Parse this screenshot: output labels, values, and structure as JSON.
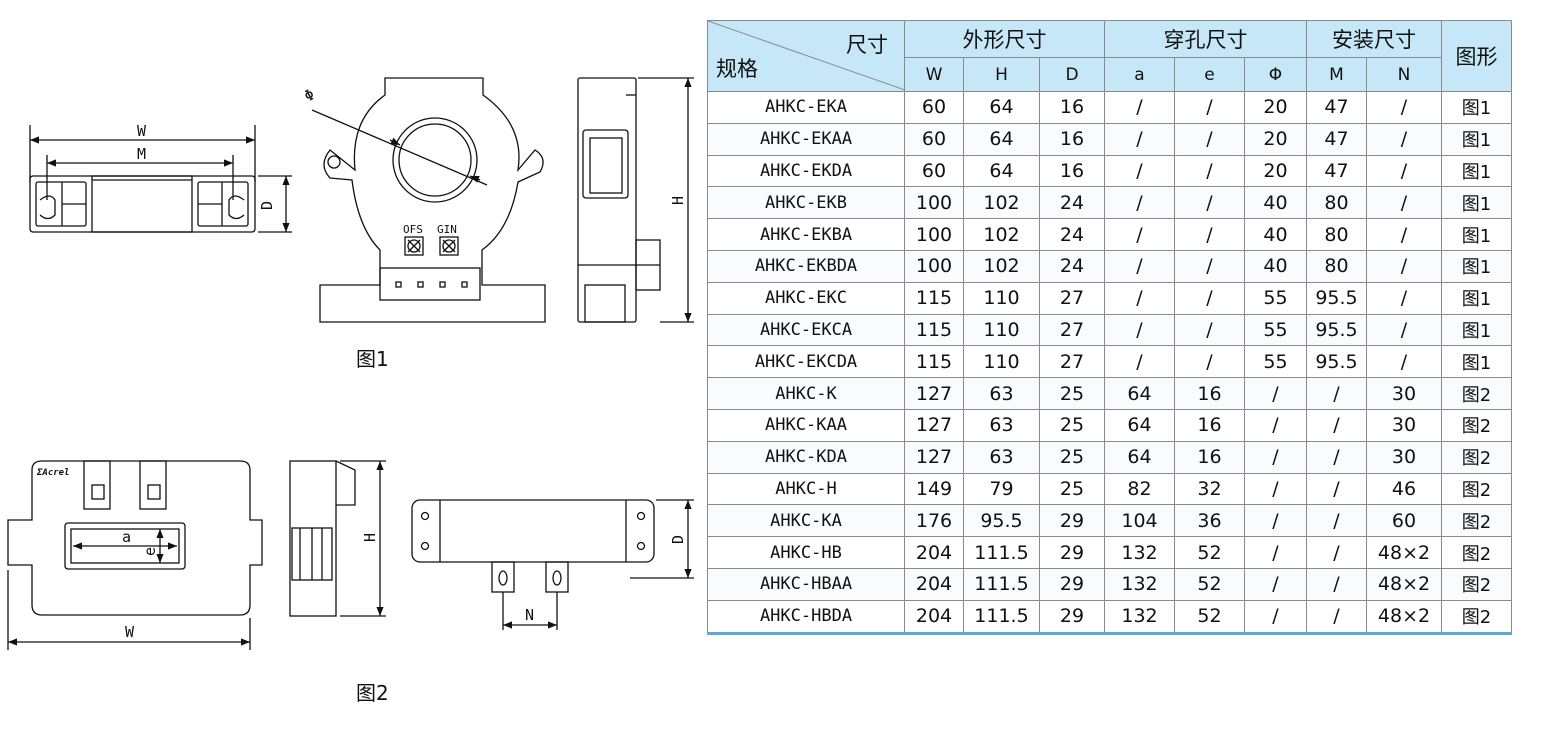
{
  "figure_captions": {
    "fig1": "图1",
    "fig2": "图2"
  },
  "drawing_labels": {
    "fig1_front": {
      "w": "W",
      "m": "M",
      "d": "D"
    },
    "fig1_main": {
      "phi": "Φ",
      "ofs": "OFS",
      "gin": "GIN"
    },
    "fig1_side": {
      "h": "H"
    },
    "fig2_front": {
      "logo": "ΣAcrel",
      "a": "a",
      "e": "e",
      "w": "W"
    },
    "fig2_side": {
      "h": "H"
    },
    "fig2_bottom": {
      "d": "D",
      "n": "N"
    }
  },
  "table": {
    "header": {
      "diag_top": "尺寸",
      "diag_bottom": "规格",
      "groups": [
        "外形尺寸",
        "穿孔尺寸",
        "安装尺寸"
      ],
      "shape": "图形",
      "columns": [
        "W",
        "H",
        "D",
        "a",
        "e",
        "Φ",
        "M",
        "N"
      ]
    },
    "rows": [
      [
        "AHKC-EKA",
        "60",
        "64",
        "16",
        "/",
        "/",
        "20",
        "47",
        "/",
        "图1"
      ],
      [
        "AHKC-EKAA",
        "60",
        "64",
        "16",
        "/",
        "/",
        "20",
        "47",
        "/",
        "图1"
      ],
      [
        "AHKC-EKDA",
        "60",
        "64",
        "16",
        "/",
        "/",
        "20",
        "47",
        "/",
        "图1"
      ],
      [
        "AHKC-EKB",
        "100",
        "102",
        "24",
        "/",
        "/",
        "40",
        "80",
        "/",
        "图1"
      ],
      [
        "AHKC-EKBA",
        "100",
        "102",
        "24",
        "/",
        "/",
        "40",
        "80",
        "/",
        "图1"
      ],
      [
        "AHKC-EKBDA",
        "100",
        "102",
        "24",
        "/",
        "/",
        "40",
        "80",
        "/",
        "图1"
      ],
      [
        "AHKC-EKC",
        "115",
        "110",
        "27",
        "/",
        "/",
        "55",
        "95.5",
        "/",
        "图1"
      ],
      [
        "AHKC-EKCA",
        "115",
        "110",
        "27",
        "/",
        "/",
        "55",
        "95.5",
        "/",
        "图1"
      ],
      [
        "AHKC-EKCDA",
        "115",
        "110",
        "27",
        "/",
        "/",
        "55",
        "95.5",
        "/",
        "图1"
      ],
      [
        "AHKC-K",
        "127",
        "63",
        "25",
        "64",
        "16",
        "/",
        "/",
        "30",
        "图2"
      ],
      [
        "AHKC-KAA",
        "127",
        "63",
        "25",
        "64",
        "16",
        "/",
        "/",
        "30",
        "图2"
      ],
      [
        "AHKC-KDA",
        "127",
        "63",
        "25",
        "64",
        "16",
        "/",
        "/",
        "30",
        "图2"
      ],
      [
        "AHKC-H",
        "149",
        "79",
        "25",
        "82",
        "32",
        "/",
        "/",
        "46",
        "图2"
      ],
      [
        "AHKC-KA",
        "176",
        "95.5",
        "29",
        "104",
        "36",
        "/",
        "/",
        "60",
        "图2"
      ],
      [
        "AHKC-HB",
        "204",
        "111.5",
        "29",
        "132",
        "52",
        "/",
        "/",
        "48×2",
        "图2"
      ],
      [
        "AHKC-HBAA",
        "204",
        "111.5",
        "29",
        "132",
        "52",
        "/",
        "/",
        "48×2",
        "图2"
      ],
      [
        "AHKC-HBDA",
        "204",
        "111.5",
        "29",
        "132",
        "52",
        "/",
        "/",
        "48×2",
        "图2"
      ]
    ]
  }
}
